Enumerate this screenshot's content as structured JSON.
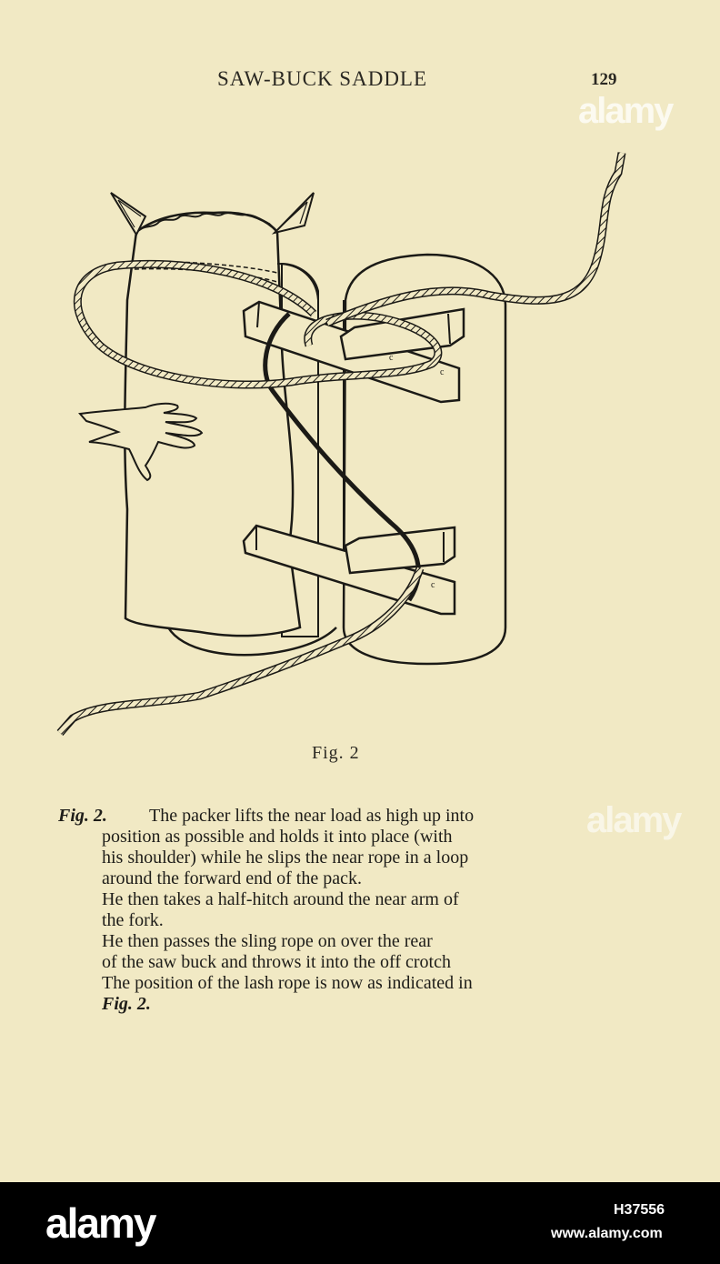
{
  "header": {
    "running_title": "SAW-BUCK SADDLE",
    "page_number": "129"
  },
  "figure": {
    "label": "Fig. 2",
    "marks": [
      "c",
      "c",
      "c"
    ]
  },
  "caption": {
    "lead": "Fig. 2.",
    "lines": [
      "The packer lifts the near load as high up into",
      "position as possible and holds it into place (with",
      "his shoulder) while he slips the near rope in a loop",
      "around the forward end of the pack.",
      "He then takes a half-hitch around the near arm of",
      "the fork.",
      "He then passes the sling rope on over the rear",
      "of the saw buck and throws it into the off crotch",
      "The position of the lash rope is now as indicated in"
    ],
    "ref": "Fig. 2."
  },
  "watermarks": {
    "overlay": "alamy",
    "footer_logo": "alamy",
    "image_id": "H37556",
    "url": "www.alamy.com"
  }
}
